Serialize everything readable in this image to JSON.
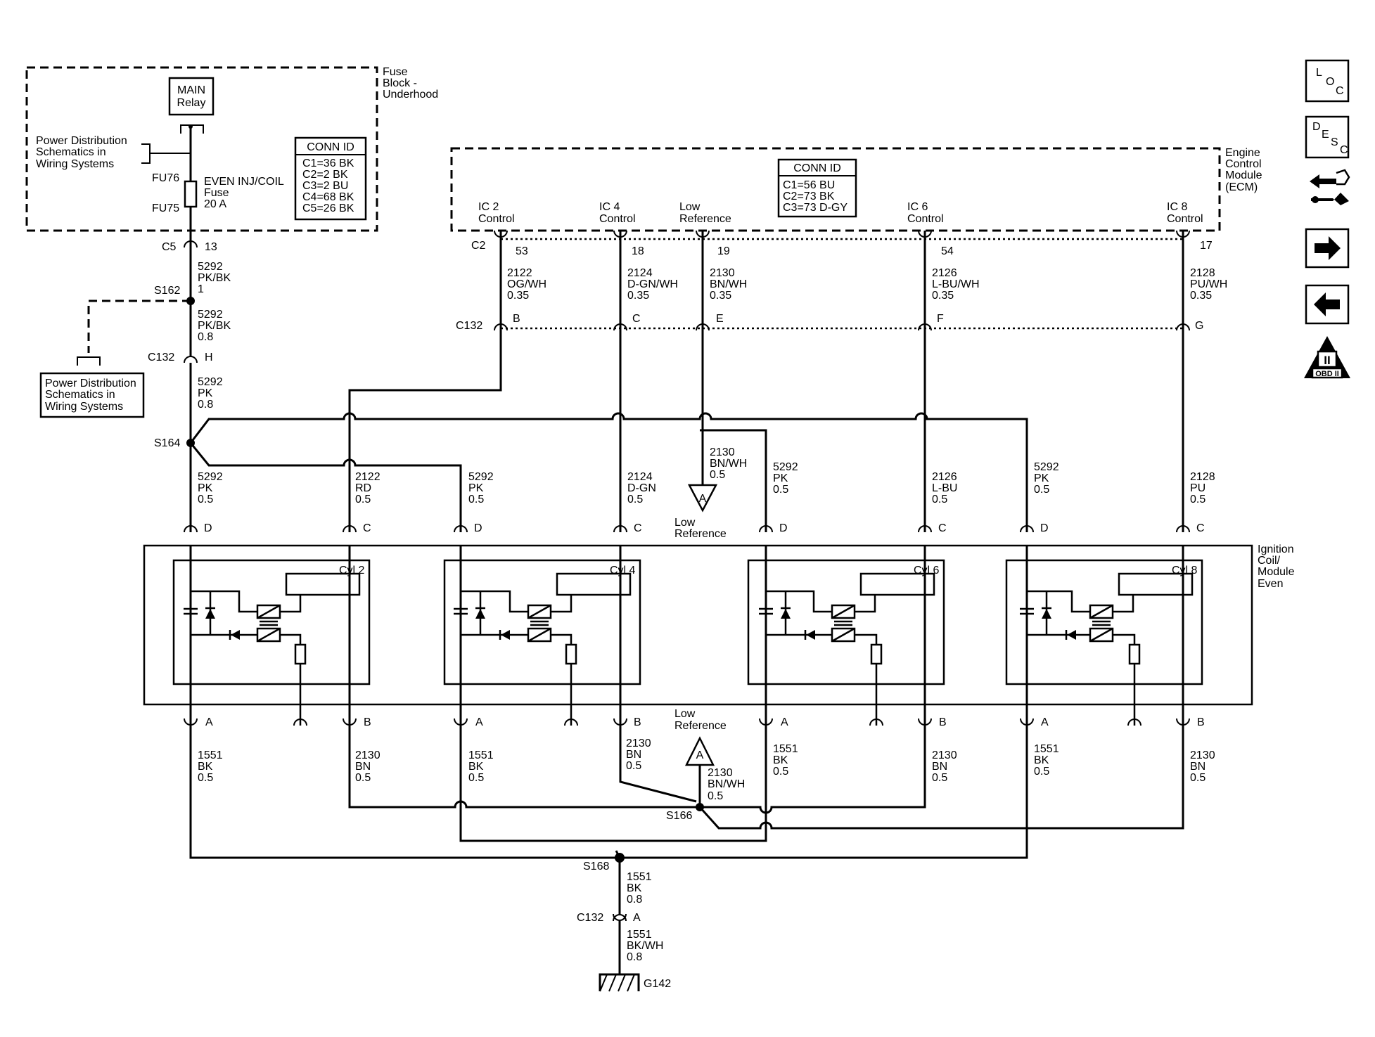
{
  "fuse_block": {
    "title_lines": [
      "Fuse",
      "Block -",
      "Underhood"
    ],
    "relay_lines": [
      "MAIN",
      "Relay"
    ],
    "power_dist_lines": [
      "Power Distribution",
      "Schematics in",
      "Wiring Systems"
    ],
    "fuse_top_id": "FU76",
    "fuse_bottom_id": "FU75",
    "fuse_label_lines": [
      "EVEN INJ/COIL",
      "Fuse",
      "20 A"
    ],
    "conn_id_title": "CONN ID",
    "conn_ids": [
      "C1=36 BK",
      "C2=2 BK",
      "C3=2 BU",
      "C4=68 BK",
      "C5=26 BK"
    ]
  },
  "ecm": {
    "title_lines": [
      "Engine",
      "Control",
      "Module",
      "(ECM)"
    ],
    "conn_id_title": "CONN ID",
    "conn_ids": [
      "C1=56 BU",
      "C2=73 BK",
      "C3=73 D-GY"
    ],
    "pin_labels": [
      [
        "IC 2",
        "Control"
      ],
      [
        "IC 4",
        "Control"
      ],
      [
        "Low",
        "Reference"
      ],
      [
        "IC 6",
        "Control"
      ],
      [
        "IC 8",
        "Control"
      ]
    ],
    "connector": "C2",
    "pins": [
      "53",
      "18",
      "19",
      "54",
      "17"
    ]
  },
  "power_feed": {
    "c5": "C5",
    "c5_pin": "13",
    "wire1": [
      "5292",
      "PK/BK",
      "1"
    ],
    "s162": "S162",
    "wire2": [
      "5292",
      "PK/BK",
      "0.8"
    ],
    "c132": "C132",
    "c132_pin": "H",
    "wire3": [
      "5292",
      "PK",
      "0.8"
    ],
    "s164": "S164",
    "power_dist_lines": [
      "Power Distribution",
      "Schematics in",
      "Wiring Systems"
    ]
  },
  "ecm_wires": [
    [
      "2122",
      "OG/WH",
      "0.35"
    ],
    [
      "2124",
      "D-GN/WH",
      "0.35"
    ],
    [
      "2130",
      "BN/WH",
      "0.35"
    ],
    [
      "2126",
      "L-BU/WH",
      "0.35"
    ],
    [
      "2128",
      "PU/WH",
      "0.35"
    ]
  ],
  "c132": {
    "label": "C132",
    "pins": [
      "B",
      "C",
      "E",
      "F",
      "G"
    ]
  },
  "low_ref_wire": [
    "2130",
    "BN/WH",
    "0.5"
  ],
  "low_reference_lines": [
    "Low",
    "Reference"
  ],
  "offpage_letter": "A",
  "coil_module": {
    "title_lines": [
      "Ignition",
      "Coil/",
      "Module",
      "Even"
    ],
    "cylinders": [
      "Cyl 2",
      "Cyl 4",
      "Cyl 6",
      "Cyl 8"
    ],
    "pins": {
      "D": "D",
      "C": "C",
      "A": "A",
      "B": "B"
    }
  },
  "upper_wires": {
    "pk": [
      "5292",
      "PK",
      "0.5"
    ],
    "c": [
      [
        "2122",
        "RD",
        "0.5"
      ],
      [
        "2124",
        "D-GN",
        "0.5"
      ],
      [
        "2126",
        "L-BU",
        "0.5"
      ],
      [
        "2128",
        "PU",
        "0.5"
      ]
    ]
  },
  "lower_wires": {
    "a": [
      "1551",
      "BK",
      "0.5"
    ],
    "b": [
      "2130",
      "BN",
      "0.5"
    ],
    "s166_wire": [
      "2130",
      "BN/WH",
      "0.5"
    ],
    "s166": "S166",
    "s168": "S168",
    "ground_wire1": [
      "1551",
      "BK",
      "0.8"
    ],
    "ground_c132": "C132",
    "ground_c132_pin": "A",
    "ground_wire2": [
      "1551",
      "BK/WH",
      "0.8"
    ],
    "ground": "G142"
  },
  "nav": {
    "loc": [
      "L",
      "O",
      "C"
    ],
    "desc": [
      "D",
      "E",
      "S",
      "C"
    ],
    "obd": [
      "II",
      "OBD II"
    ]
  }
}
